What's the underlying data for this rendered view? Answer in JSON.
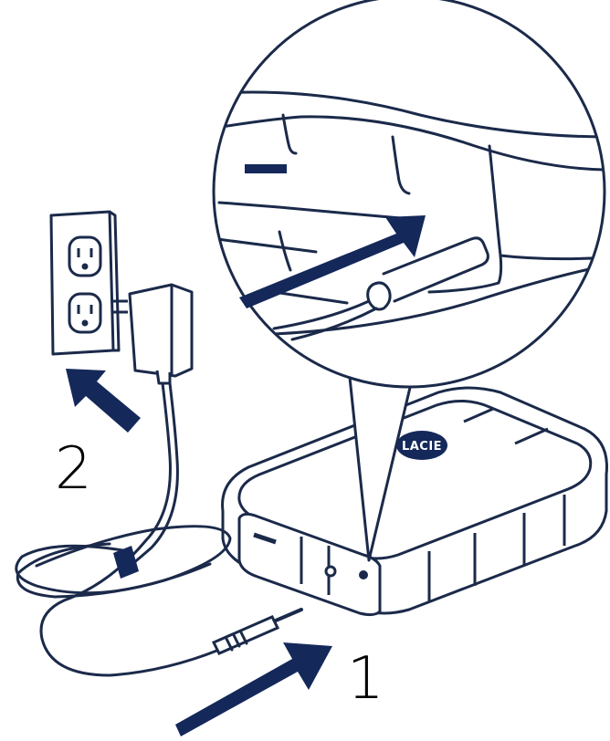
{
  "steps": [
    {
      "number": "2"
    },
    {
      "number": "1"
    }
  ],
  "brand": {
    "logo_text": "LACIE"
  },
  "colors": {
    "ink": "#0f2148",
    "arrow": "#14285a",
    "outline": "#1b2a4a",
    "background": "#ffffff"
  }
}
